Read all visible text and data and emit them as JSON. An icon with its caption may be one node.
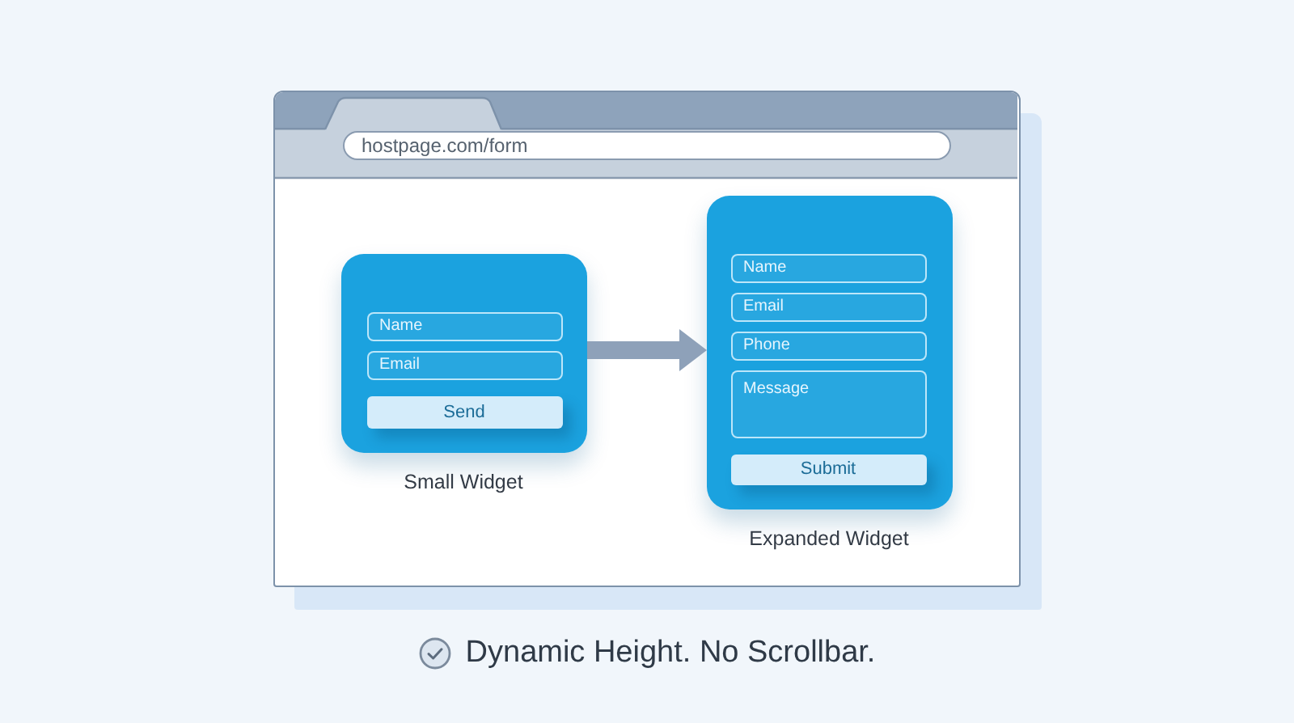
{
  "diagram": {
    "caption": "Dynamic Height. No Scrollbar.",
    "nodes": [
      {
        "text": [],
        "shape": "box"
      },
      {
        "text": [
          "hostpage.com/form"
        ],
        "in": 0
      },
      {
        "text": [],
        "shape": "box",
        "in": 0,
        "beside": [
          "Small Widget"
        ]
      },
      {
        "text": [
          "Name"
        ],
        "in": 2
      },
      {
        "text": [
          "Email"
        ],
        "in": 2
      },
      {
        "text": [
          "Send"
        ],
        "in": 2
      },
      {
        "text": [],
        "shape": "box",
        "in": 0,
        "beside": [
          "Expanded Widget"
        ]
      },
      {
        "text": [
          "Name"
        ],
        "in": 6
      },
      {
        "text": [
          "Email"
        ],
        "in": 6
      },
      {
        "text": [
          "Phone"
        ],
        "in": 6
      },
      {
        "text": [
          "Message"
        ],
        "in": 6
      },
      {
        "text": [
          "Submit"
        ],
        "in": 6
      }
    ],
    "edges": [
      {
        "from": 2,
        "to": 6,
        "arrow": "to"
      }
    ]
  }
}
